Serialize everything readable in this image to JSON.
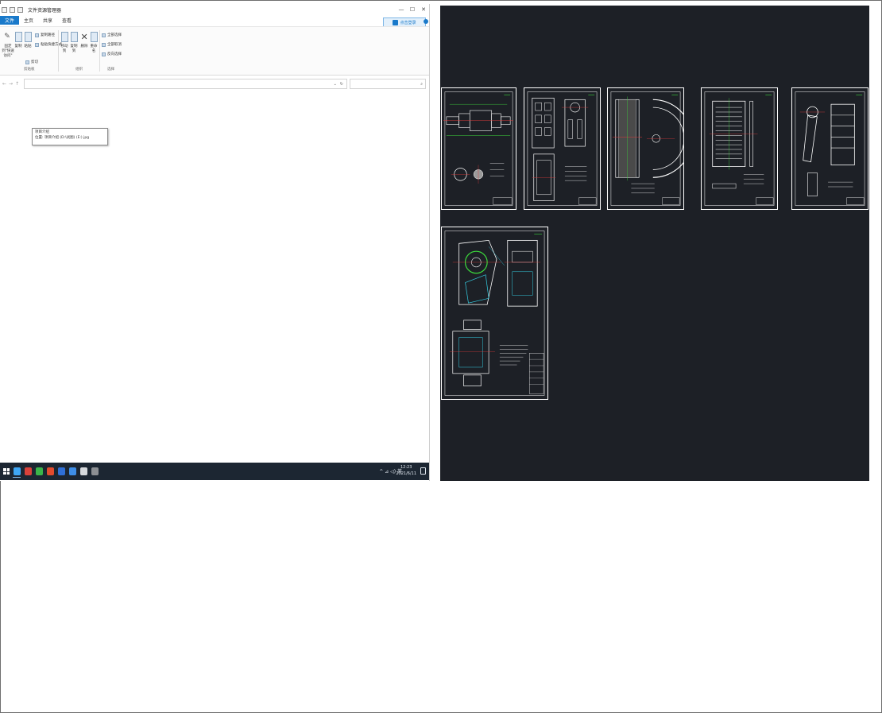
{
  "explorer": {
    "window_title": "文件资源管理器",
    "controls": [
      "—",
      "☐",
      "✕"
    ],
    "tabs": [
      {
        "label": "文件",
        "active": true
      },
      {
        "label": "主页",
        "active": false
      },
      {
        "label": "共享",
        "active": false
      },
      {
        "label": "查看",
        "active": false
      }
    ],
    "login_label": "点击登录",
    "ribbon": {
      "clipboard": {
        "pin_label": "固定到\"快速访问\"",
        "copy_label": "复制",
        "paste_label": "粘贴",
        "copy_path": "复制路径",
        "paste_shortcut": "粘贴快捷方式",
        "cut": "剪切",
        "group": "剪贴板"
      },
      "organize": {
        "move_to": "移动到",
        "copy_to": "复制到",
        "delete": "删除",
        "rename": "重命名",
        "group": "组织"
      },
      "select": {
        "select_all": "全部选择",
        "select_none": "全部取消",
        "invert": "反向选择",
        "group": "选择"
      }
    },
    "address_value": "",
    "search_placeholder": "",
    "tooltip": {
      "line1": "项目介绍",
      "line2": "位置: 项目介绍 (D:\\试图) (E:) jpg"
    }
  },
  "taskbar": {
    "apps": [
      {
        "name": "file-explorer",
        "color": "#3fa7f5"
      },
      {
        "name": "app-red",
        "color": "#d9413a"
      },
      {
        "name": "app-green",
        "color": "#3bb54a"
      },
      {
        "name": "app-red-2",
        "color": "#e34b2e"
      },
      {
        "name": "app-blue",
        "color": "#2f6fd6"
      },
      {
        "name": "app-blue-2",
        "color": "#3e8ee8"
      },
      {
        "name": "app-white",
        "color": "#d6d9dd"
      },
      {
        "name": "app-grey",
        "color": "#8c8f93"
      }
    ],
    "tray_text": "^ ⊿ ◁) 英",
    "time": "12:23",
    "date": "2021/6/11"
  },
  "colors": {
    "accent": "#1979ca",
    "cad_background": "#1d2026",
    "cad_line": "#ffffff",
    "cad_green": "#3cdc3c",
    "cad_red": "#e23b3b",
    "cad_cyan": "#35d1e6"
  }
}
